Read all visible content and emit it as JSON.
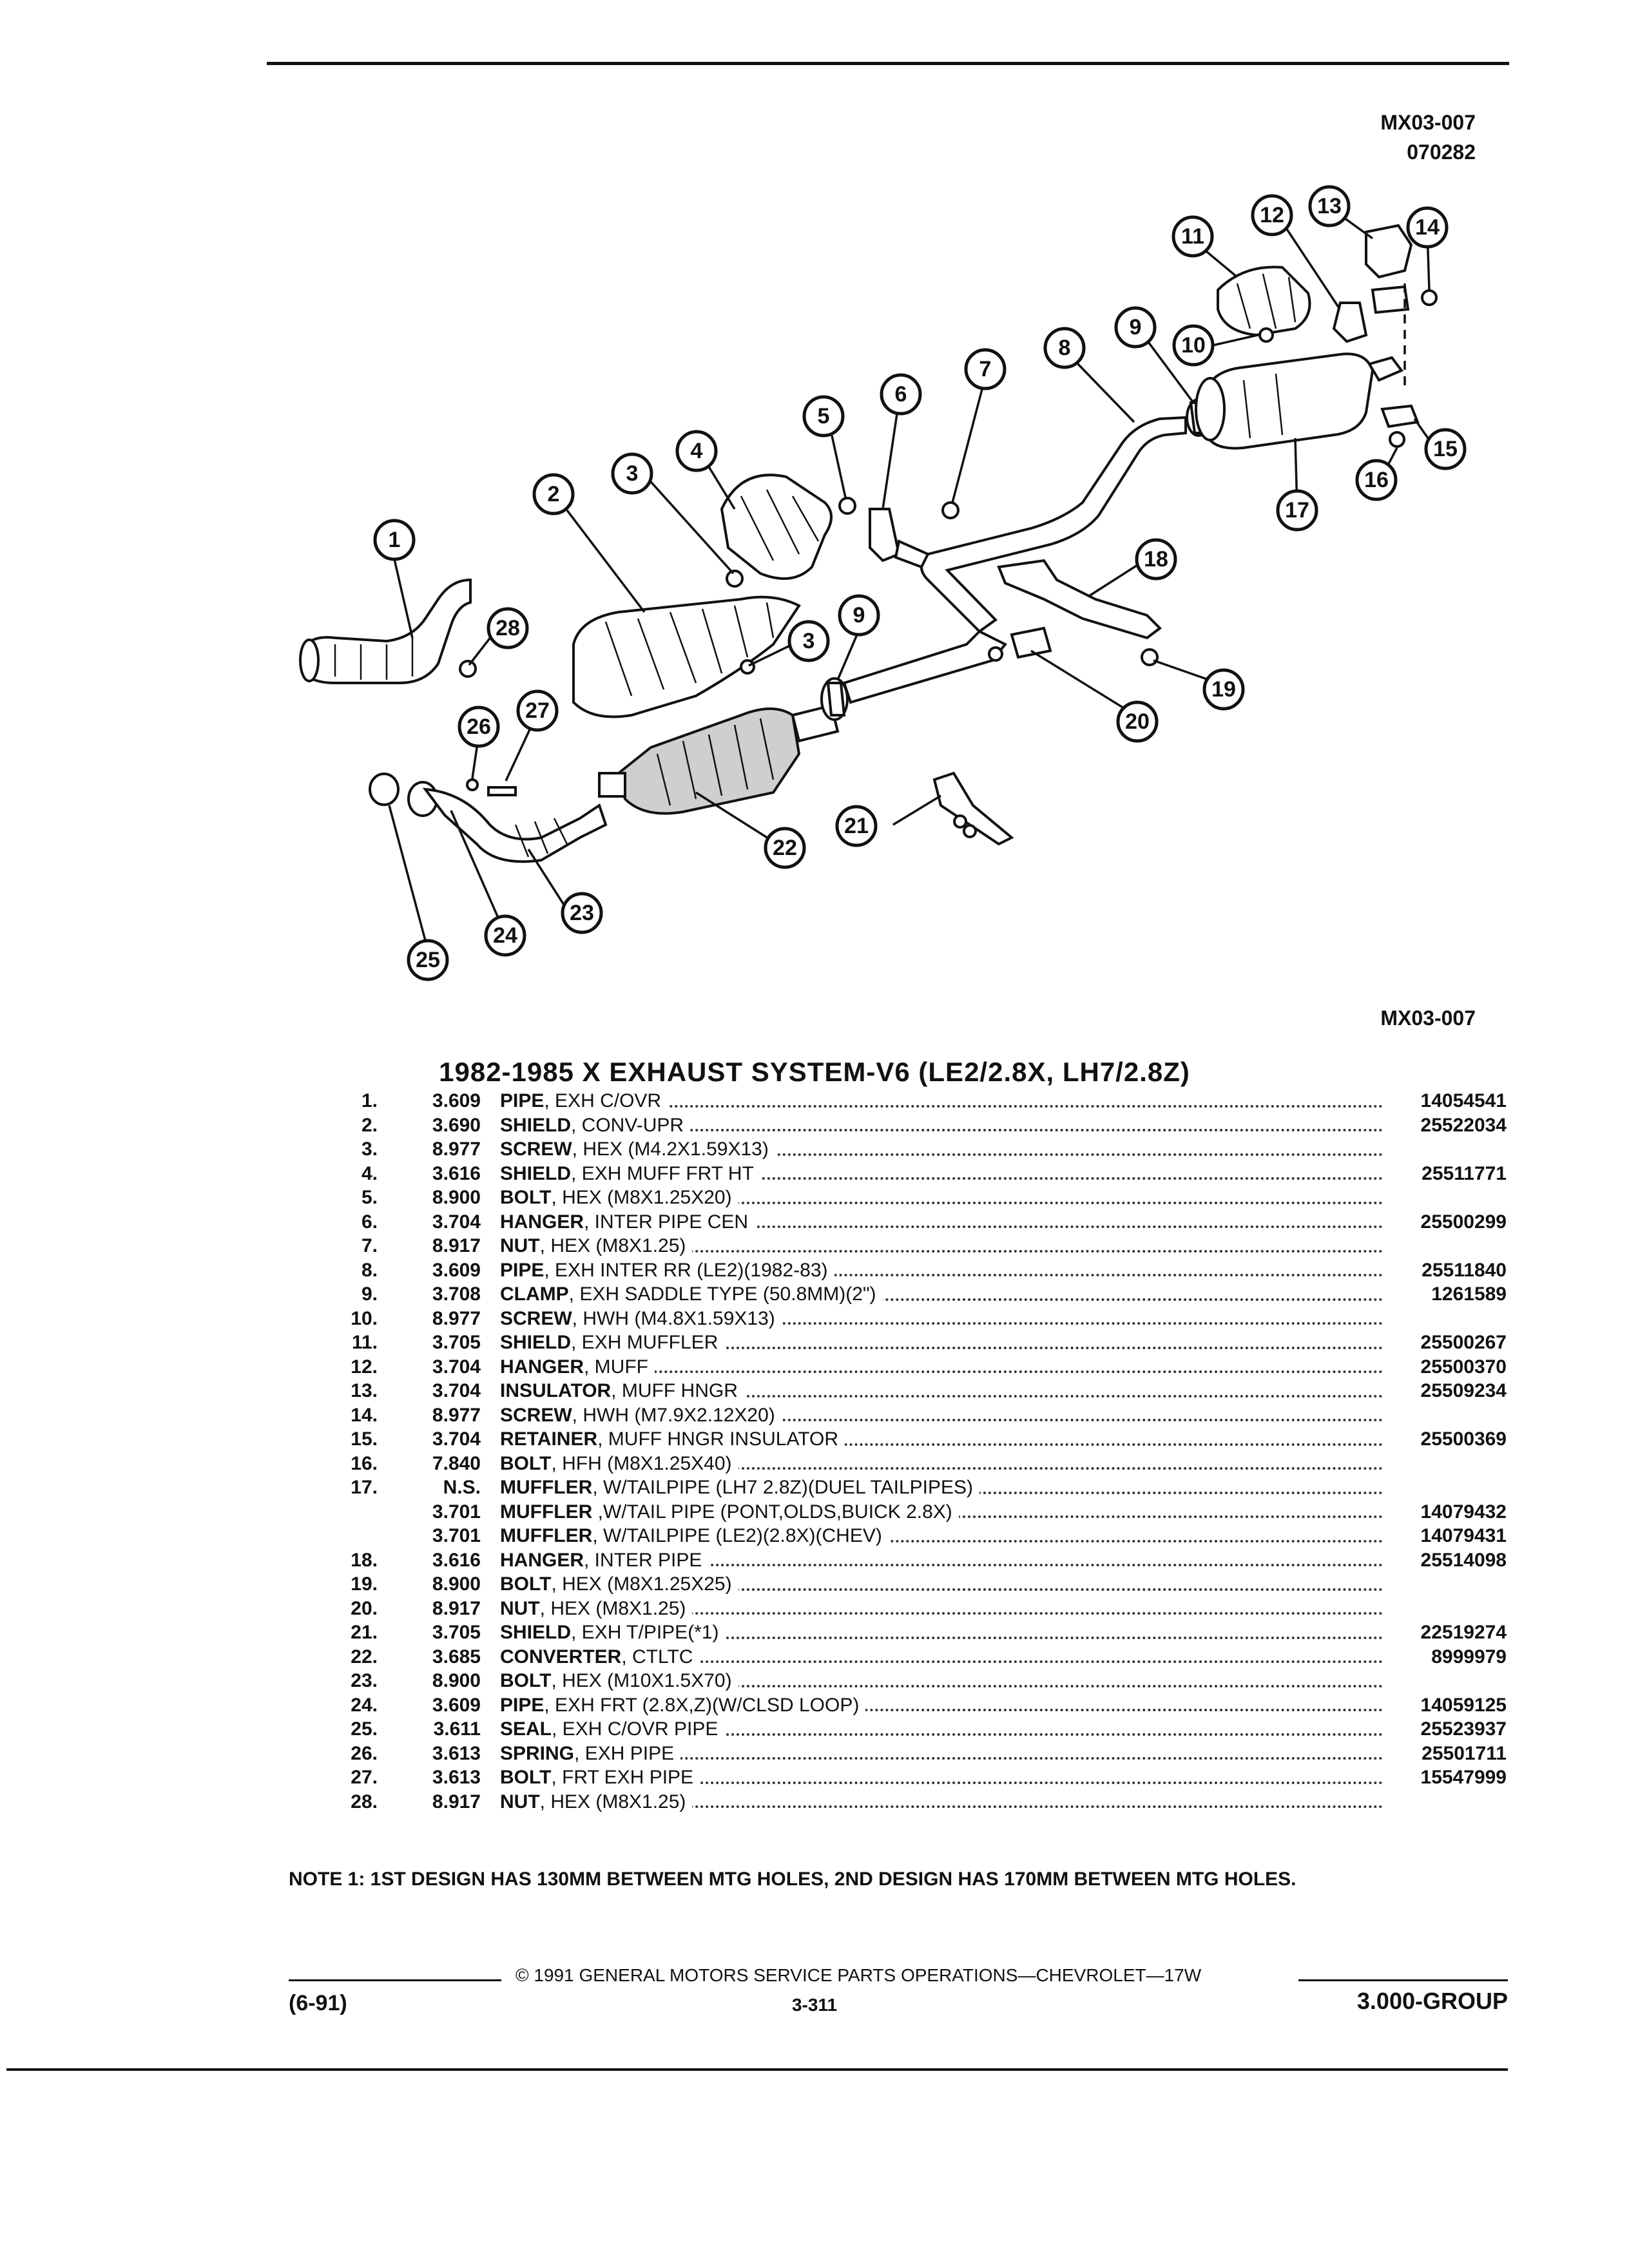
{
  "header": {
    "id_line1": "MX03-007",
    "id_line2": "070282"
  },
  "diagram": {
    "caption": "MX03-007",
    "callouts": [
      "1",
      "2",
      "3",
      "3",
      "4",
      "5",
      "6",
      "7",
      "8",
      "9",
      "9",
      "10",
      "11",
      "12",
      "13",
      "14",
      "15",
      "16",
      "17",
      "18",
      "19",
      "20",
      "21",
      "22",
      "23",
      "24",
      "25",
      "26",
      "27",
      "28"
    ]
  },
  "title": "1982-1985 X EXHAUST SYSTEM-V6 (LE2/2.8X, LH7/2.8Z)",
  "parts": [
    {
      "num": "1.",
      "code": "3.609",
      "name": "PIPE",
      "spec": ", EXH C/OVR",
      "pn": "14054541"
    },
    {
      "num": "2.",
      "code": "3.690",
      "name": "SHIELD",
      "spec": ", CONV-UPR",
      "pn": "25522034"
    },
    {
      "num": "3.",
      "code": "8.977",
      "name": "SCREW",
      "spec": ", HEX (M4.2X1.59X13)",
      "pn": ""
    },
    {
      "num": "4.",
      "code": "3.616",
      "name": "SHIELD",
      "spec": ", EXH MUFF FRT HT",
      "pn": "25511771"
    },
    {
      "num": "5.",
      "code": "8.900",
      "name": "BOLT",
      "spec": ", HEX (M8X1.25X20)",
      "pn": ""
    },
    {
      "num": "6.",
      "code": "3.704",
      "name": "HANGER",
      "spec": ", INTER PIPE CEN",
      "pn": "25500299"
    },
    {
      "num": "7.",
      "code": "8.917",
      "name": "NUT",
      "spec": ", HEX (M8X1.25)",
      "pn": ""
    },
    {
      "num": "8.",
      "code": "3.609",
      "name": "PIPE",
      "spec": ", EXH INTER RR (LE2)(1982-83)",
      "pn": "25511840"
    },
    {
      "num": "9.",
      "code": "3.708",
      "name": "CLAMP",
      "spec": ", EXH SADDLE TYPE (50.8MM)(2\")",
      "pn": "1261589"
    },
    {
      "num": "10.",
      "code": "8.977",
      "name": "SCREW",
      "spec": ", HWH (M4.8X1.59X13)",
      "pn": ""
    },
    {
      "num": "11.",
      "code": "3.705",
      "name": "SHIELD",
      "spec": ", EXH MUFFLER",
      "pn": "25500267"
    },
    {
      "num": "12.",
      "code": "3.704",
      "name": "HANGER",
      "spec": ", MUFF",
      "pn": "25500370"
    },
    {
      "num": "13.",
      "code": "3.704",
      "name": "INSULATOR",
      "spec": ", MUFF HNGR",
      "pn": "25509234"
    },
    {
      "num": "14.",
      "code": "8.977",
      "name": "SCREW",
      "spec": ", HWH (M7.9X2.12X20)",
      "pn": ""
    },
    {
      "num": "15.",
      "code": "3.704",
      "name": "RETAINER",
      "spec": ", MUFF HNGR INSULATOR",
      "pn": "25500369"
    },
    {
      "num": "16.",
      "code": "7.840",
      "name": "BOLT",
      "spec": ", HFH (M8X1.25X40)",
      "pn": ""
    },
    {
      "num": "17.",
      "code": "N.S.",
      "name": "MUFFLER",
      "spec": ", W/TAILPIPE (LH7 2.8Z)(DUEL TAILPIPES)",
      "pn": ""
    },
    {
      "num": "",
      "code": "3.701",
      "name": "MUFFLER",
      "spec": " ,W/TAIL PIPE (PONT,OLDS,BUICK 2.8X)",
      "pn": "14079432"
    },
    {
      "num": "",
      "code": "3.701",
      "name": "MUFFLER",
      "spec": ", W/TAILPIPE (LE2)(2.8X)(CHEV)",
      "pn": "14079431"
    },
    {
      "num": "18.",
      "code": "3.616",
      "name": "HANGER",
      "spec": ", INTER PIPE",
      "pn": "25514098"
    },
    {
      "num": "19.",
      "code": "8.900",
      "name": "BOLT",
      "spec": ", HEX (M8X1.25X25)",
      "pn": ""
    },
    {
      "num": "20.",
      "code": "8.917",
      "name": "NUT",
      "spec": ", HEX (M8X1.25)",
      "pn": ""
    },
    {
      "num": "21.",
      "code": "3.705",
      "name": "SHIELD",
      "spec": ", EXH T/PIPE(*1)",
      "pn": "22519274"
    },
    {
      "num": "22.",
      "code": "3.685",
      "name": "CONVERTER",
      "spec": ", CTLTC",
      "pn": "8999979"
    },
    {
      "num": "23.",
      "code": "8.900",
      "name": "BOLT",
      "spec": ", HEX (M10X1.5X70)",
      "pn": ""
    },
    {
      "num": "24.",
      "code": "3.609",
      "name": "PIPE",
      "spec": ", EXH FRT (2.8X,Z)(W/CLSD LOOP)",
      "pn": "14059125"
    },
    {
      "num": "25.",
      "code": "3.611",
      "name": "SEAL",
      "spec": ", EXH C/OVR PIPE",
      "pn": "25523937"
    },
    {
      "num": "26.",
      "code": "3.613",
      "name": "SPRING",
      "spec": ", EXH PIPE",
      "pn": "25501711"
    },
    {
      "num": "27.",
      "code": "3.613",
      "name": "BOLT",
      "spec": ", FRT EXH PIPE",
      "pn": "15547999"
    },
    {
      "num": "28.",
      "code": "8.917",
      "name": "NUT",
      "spec": ", HEX (M8X1.25)",
      "pn": ""
    }
  ],
  "note": "NOTE  1:  1ST DESIGN HAS 130MM BETWEEN MTG HOLES, 2ND DESIGN HAS 170MM BETWEEN MTG HOLES.",
  "footer": {
    "copyright": "© 1991 GENERAL MOTORS SERVICE PARTS OPERATIONS—CHEVROLET—17W",
    "date": "(6-91)",
    "page": "3-311",
    "group": "3.000-GROUP"
  }
}
